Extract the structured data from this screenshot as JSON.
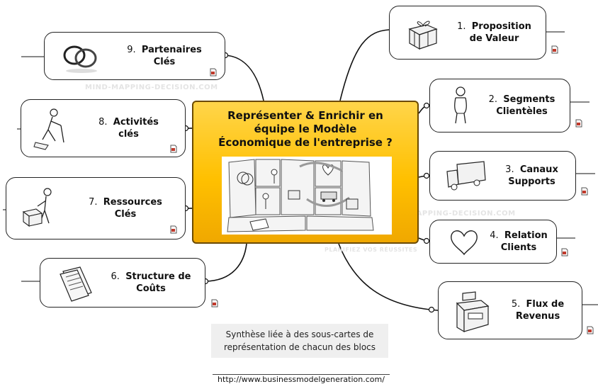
{
  "central": {
    "title_lines": [
      "Représenter & Enrichir en",
      "équipe le Modèle",
      "Économique de l'entreprise ?"
    ]
  },
  "blocks": [
    {
      "id": "proposition",
      "number": "1.",
      "lines": [
        "Proposition",
        "de Valeur"
      ],
      "icon": "gift-box-icon"
    },
    {
      "id": "segments",
      "number": "2.",
      "lines": [
        "Segments",
        "Clientèles"
      ],
      "icon": "person-icon"
    },
    {
      "id": "canaux",
      "number": "3.",
      "lines": [
        "Canaux",
        "Supports"
      ],
      "icon": "truck-icon"
    },
    {
      "id": "relation",
      "number": "4.",
      "lines": [
        "Relation",
        "Clients"
      ],
      "icon": "heart-icon"
    },
    {
      "id": "flux",
      "number": "5.",
      "lines": [
        "Flux de",
        "Revenus"
      ],
      "icon": "cash-register-icon"
    },
    {
      "id": "structure",
      "number": "6.",
      "lines": [
        "Structure de",
        "Coûts"
      ],
      "icon": "paper-stack-icon"
    },
    {
      "id": "ressources",
      "number": "7.",
      "lines": [
        "Ressources",
        "Clés"
      ],
      "icon": "worker-with-boxes-icon"
    },
    {
      "id": "activites",
      "number": "8.",
      "lines": [
        "Activités",
        "clés"
      ],
      "icon": "worker-icon"
    },
    {
      "id": "partenaires",
      "number": "9.",
      "lines": [
        "Partenaires",
        "Clés"
      ],
      "icon": "linked-rings-icon"
    }
  ],
  "note": {
    "lines": [
      "Synthèse liée à des sous-cartes de",
      "représentation de chacun des blocs"
    ]
  },
  "url": "http://www.businessmodelgeneration.com/",
  "watermarks": [
    "MIND-MAPPING-DECISION.COM",
    "MIND-MAPPING-DECISION.COM",
    "PLANIFIEZ VOS RÉUSSITES"
  ],
  "colors": {
    "central_fill": "#ffc000",
    "central_border": "#6b4a00",
    "link_color": "#111111",
    "doc_icon": "#c0392b"
  }
}
